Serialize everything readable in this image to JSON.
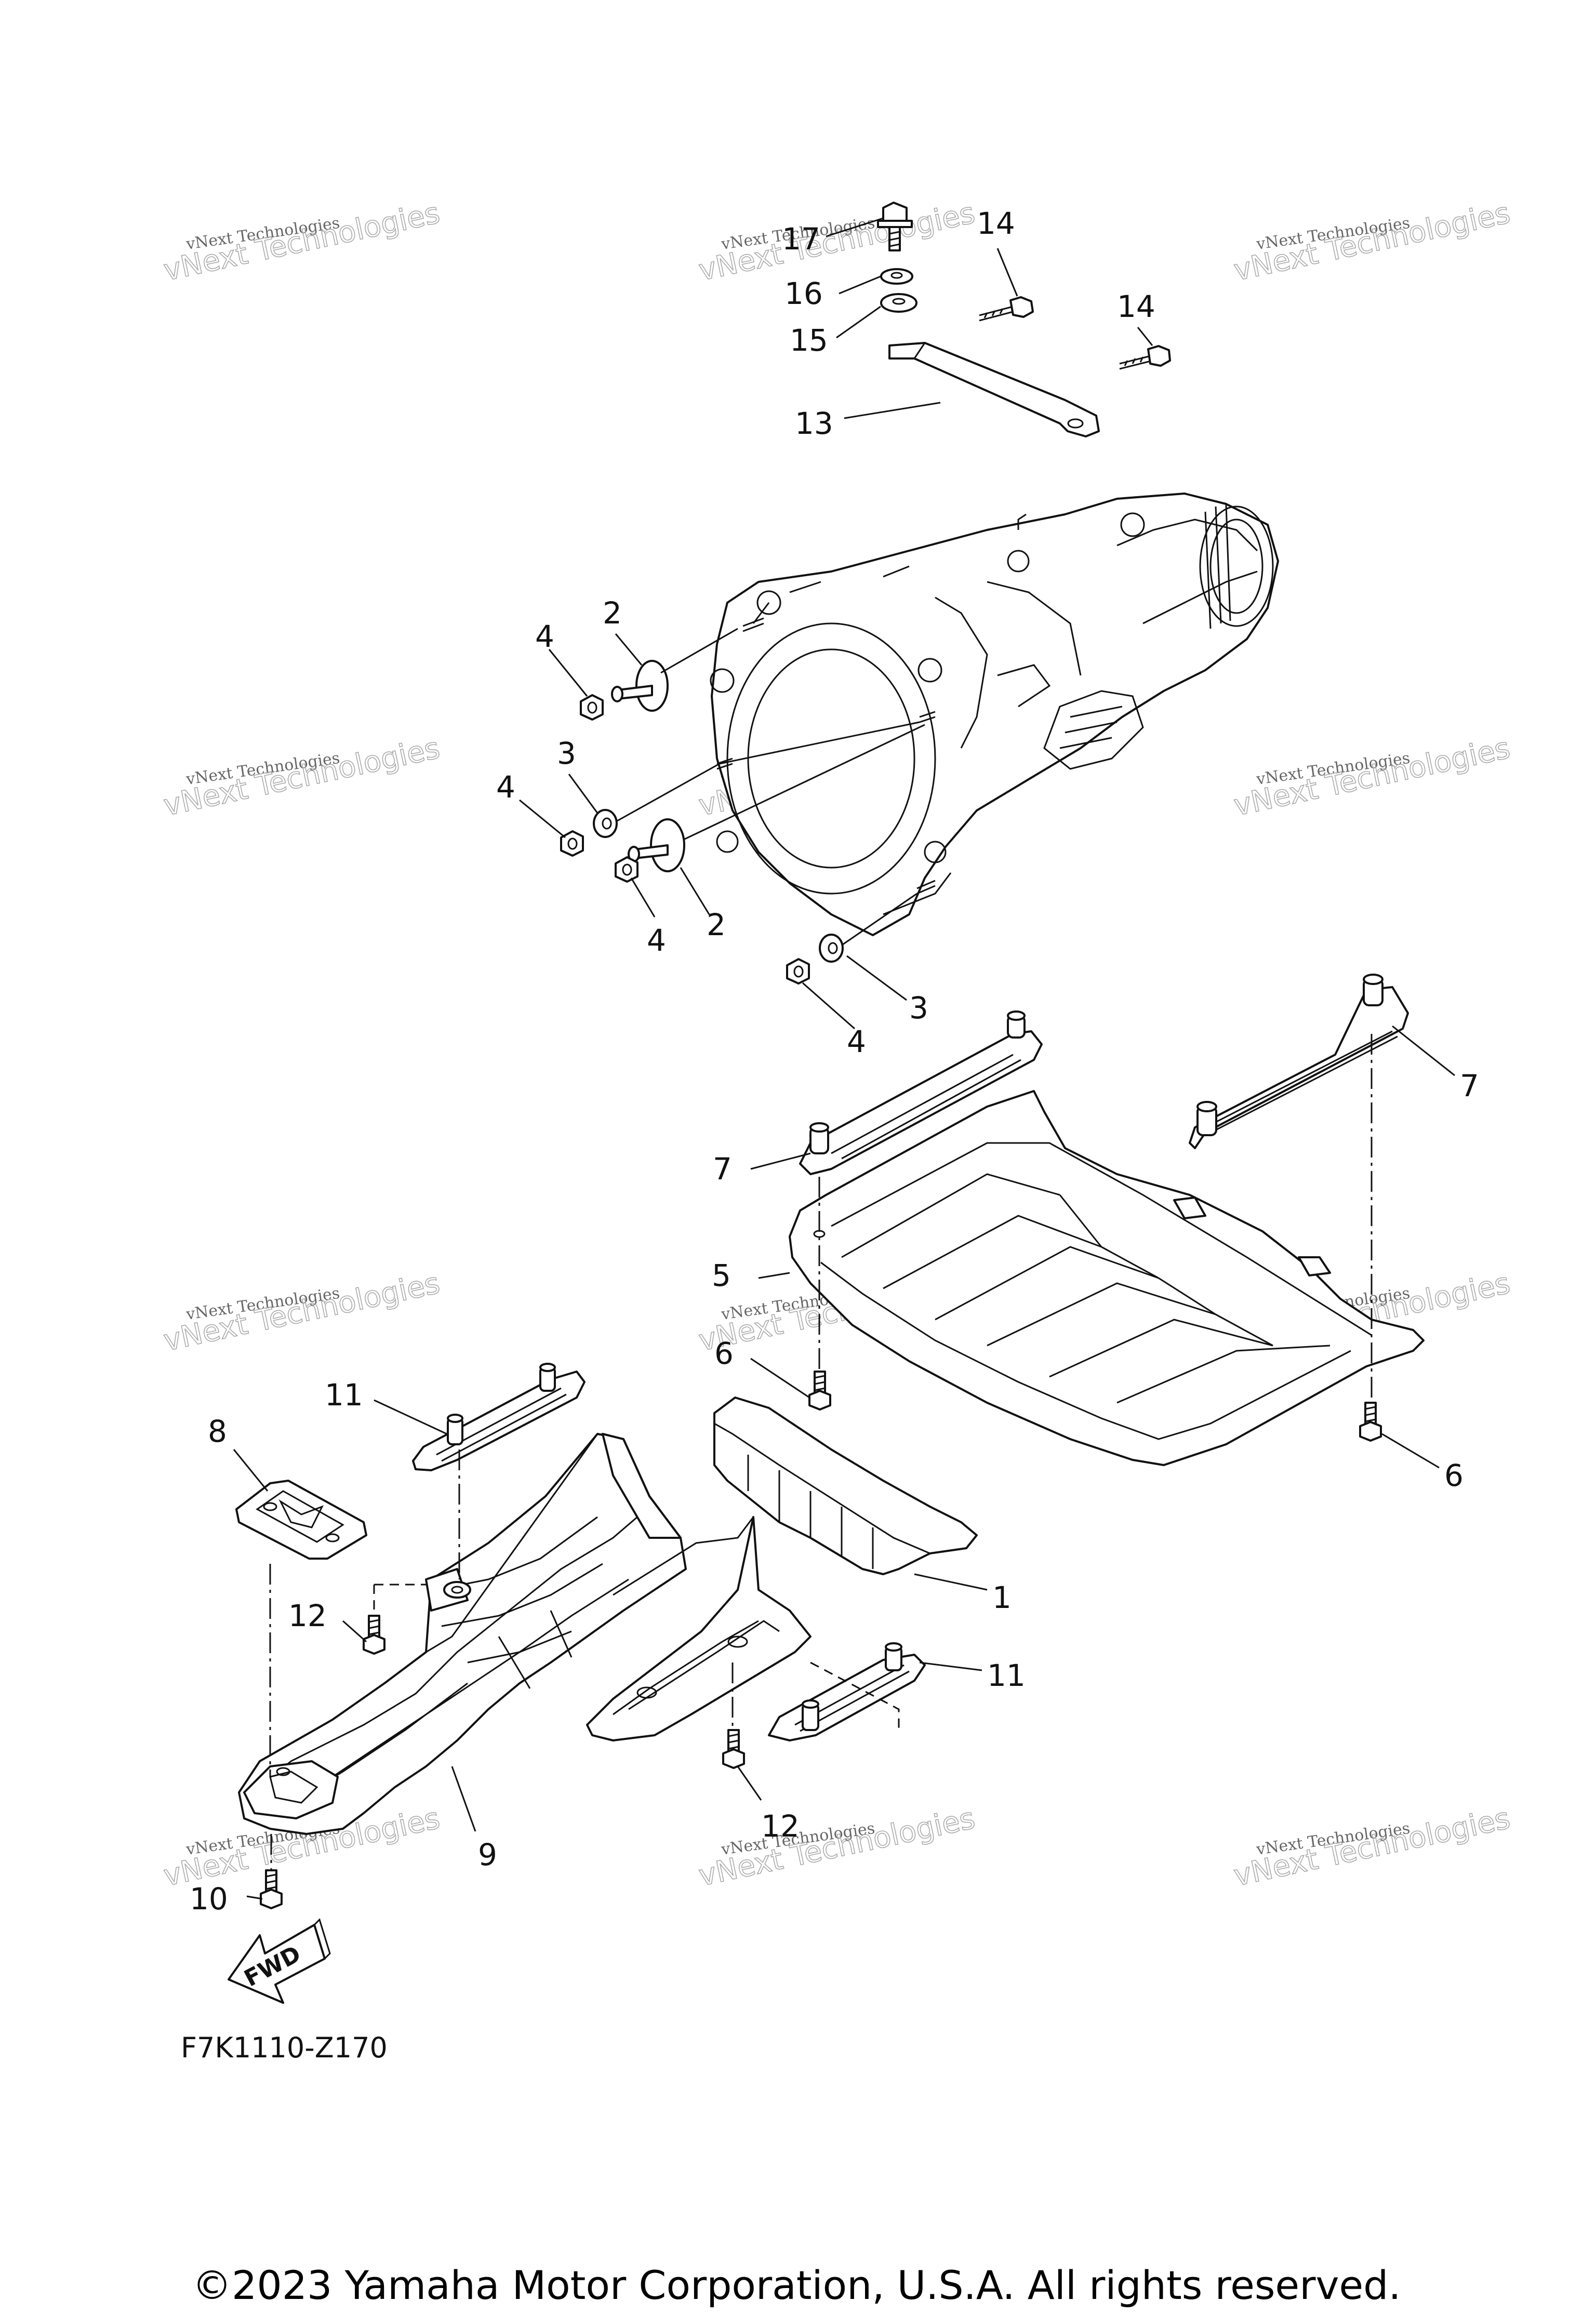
{
  "callouts": [
    {
      "id": "c17",
      "label": "17"
    },
    {
      "id": "c16",
      "label": "16"
    },
    {
      "id": "c15",
      "label": "15"
    },
    {
      "id": "c13",
      "label": "13"
    },
    {
      "id": "c14a",
      "label": "14"
    },
    {
      "id": "c14b",
      "label": "14"
    },
    {
      "id": "c2a",
      "label": "2"
    },
    {
      "id": "c4a",
      "label": "4"
    },
    {
      "id": "c3a",
      "label": "3"
    },
    {
      "id": "c4b",
      "label": "4"
    },
    {
      "id": "c4c",
      "label": "4"
    },
    {
      "id": "c2b",
      "label": "2"
    },
    {
      "id": "c3b",
      "label": "3"
    },
    {
      "id": "c4d",
      "label": "4"
    },
    {
      "id": "c7a",
      "label": "7"
    },
    {
      "id": "c7b",
      "label": "7"
    },
    {
      "id": "c5",
      "label": "5"
    },
    {
      "id": "c6a",
      "label": "6"
    },
    {
      "id": "c6b",
      "label": "6"
    },
    {
      "id": "c11a",
      "label": "11"
    },
    {
      "id": "c8",
      "label": "8"
    },
    {
      "id": "c1",
      "label": "1"
    },
    {
      "id": "c12a",
      "label": "12"
    },
    {
      "id": "c11b",
      "label": "11"
    },
    {
      "id": "c12b",
      "label": "12"
    },
    {
      "id": "c9",
      "label": "9"
    },
    {
      "id": "c10",
      "label": "10"
    }
  ],
  "fwd_label": "FWD",
  "drawing_code": "F7K1110-Z170",
  "copyright": "©2023 Yamaha Motor Corporation, U.S.A. All rights reserved.",
  "watermark": {
    "line1": "vNext Technologies",
    "line2": "vNext Technologies"
  }
}
